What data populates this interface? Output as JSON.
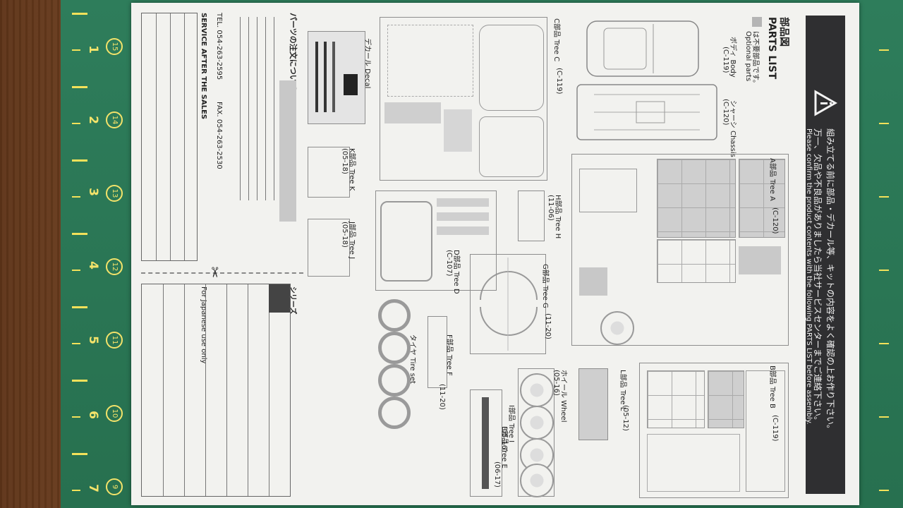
{
  "colors": {
    "mat": "#2e7d5b",
    "ruler_marks": "#f4e36a",
    "sheet": "#f2f2ef",
    "banner": "#2f2f31"
  },
  "ruler": {
    "numbers": [
      "1",
      "2",
      "3",
      "4",
      "5",
      "6",
      "7"
    ],
    "circle_numbers": [
      "15",
      "14",
      "13",
      "12",
      "11",
      "10",
      "9"
    ]
  },
  "banner": {
    "warning_icon": "warning-triangle-icon",
    "line1": "組み立てる前に部品・デカール等、キットの内容をよく確認の上お作り下さい。",
    "line2": "万一、欠品や不良品がありましたら当社サービスセンターまでご連絡下さい。",
    "line3": "Please confirm the product contents with the following PARTS LIST before assembly."
  },
  "header": {
    "title_jp": "部品図",
    "title_en": "PARTS LIST",
    "optional_jp": "は不要部品です。",
    "optional_en": "Optional parts"
  },
  "parts": {
    "body": "ボディ Body",
    "body_code": "(C-119)",
    "chassis": "シャーシ Chassis",
    "chassis_code": "(C-120)",
    "tree_a": "A部品 Tree A",
    "tree_a_code": "(C-120)",
    "tree_b": "B部品 Tree B",
    "tree_b_code": "(C-119)",
    "tree_c": "C部品 Tree C",
    "tree_c_code": "(C-119)",
    "tree_d": "D部品 Tree D",
    "tree_d_code": "(C-107)",
    "tree_e": "E部品 Tree E",
    "tree_e_code": "(06-17)",
    "tree_f": "F部品 Tree F",
    "tree_f_code": "(11-20)",
    "tree_g": "G部品 Tree G",
    "tree_g_code": "(11-20)",
    "tree_h": "H部品 Tree H",
    "tree_h_code": "(11-06)",
    "tree_i": "I部品 Tree I",
    "tree_i_code": "(05-16)",
    "tree_j": "J部品 Tree J",
    "tree_j_code": "(05-18)",
    "tree_k": "K部品 Tree K",
    "tree_k_code": "(05-18)",
    "tree_l": "L部品 Tree L",
    "tree_l_code": "(05-12)",
    "wheel": "ホイール Wheel",
    "wheel_code": "(05-16)",
    "decal": "デカール Decal",
    "tire_set": "タイヤ Tire set"
  },
  "order": {
    "title": "パーツの注文について",
    "service_title": "SERVICE AFTER THE SALES",
    "tel": "TEL. 054-263-2595",
    "fax": "FAX. 054-263-2530"
  },
  "japan_only": {
    "label": "For Japanese use only",
    "series_title": "シリーズ"
  }
}
